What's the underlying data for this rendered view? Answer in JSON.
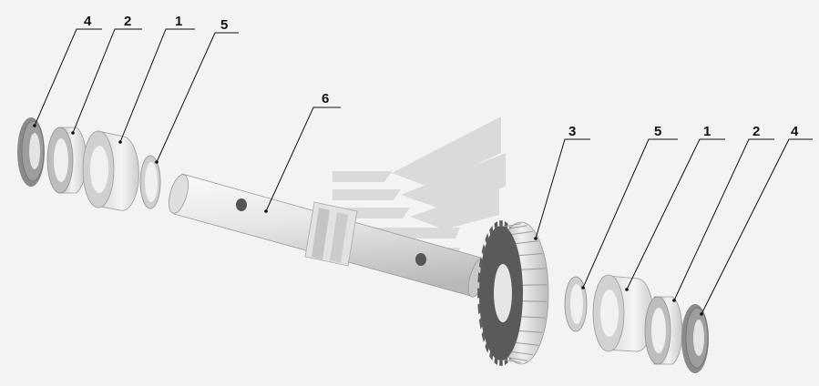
{
  "colors": {
    "background": "#f3f3f3",
    "part_light": "#eeeeee",
    "part_mid": "#cfcfcf",
    "part_dark": "#7a7a7a",
    "gear_dark": "#555555",
    "watermark": "#d8d8d8",
    "callout": "#111111"
  },
  "callouts": [
    {
      "id": "left-washer",
      "label": "4"
    },
    {
      "id": "left-bushing",
      "label": "2"
    },
    {
      "id": "left-bearing",
      "label": "1"
    },
    {
      "id": "left-snap-ring",
      "label": "5"
    },
    {
      "id": "shaft",
      "label": "6"
    },
    {
      "id": "gear",
      "label": "3"
    },
    {
      "id": "right-snap-ring",
      "label": "5"
    },
    {
      "id": "right-bearing",
      "label": "1"
    },
    {
      "id": "right-bushing",
      "label": "2"
    },
    {
      "id": "right-washer",
      "label": "4"
    }
  ]
}
